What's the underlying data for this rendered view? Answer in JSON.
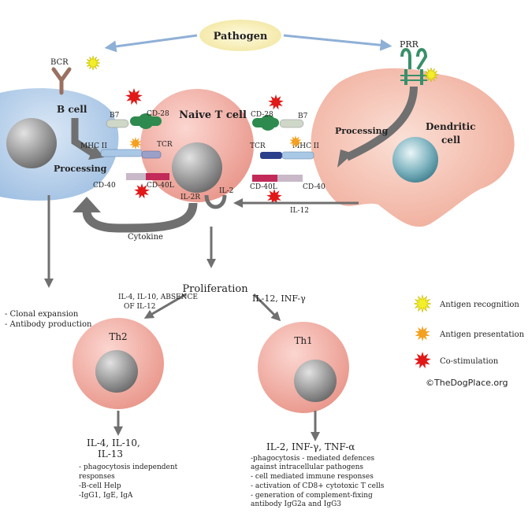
{
  "pathogen": {
    "label": "Pathogen"
  },
  "receptors": {
    "bcr": "BCR",
    "prr": "PRR"
  },
  "cells": {
    "b_cell": "B cell",
    "naive_t": "Naive T cell",
    "dendritic_line1": "Dendritic",
    "dendritic_line2": "cell",
    "th2": "Th2",
    "th1": "Th1"
  },
  "left_synapse": {
    "b7": "B7",
    "cd28": "CD-28",
    "mhc": "MHC II",
    "tcr": "TCR",
    "cd40": "CD-40",
    "cd40l": "CD-40L",
    "processing": "Processing",
    "il2r": "IL-2R"
  },
  "right_synapse": {
    "cd28": "CD-28",
    "b7": "B7",
    "tcr": "TCR",
    "mhc": "MHC II",
    "cd40l": "CD-40L",
    "cd40": "CD-40",
    "il2": "IL-2",
    "processing": "Processing",
    "il12": "IL-12"
  },
  "cytokine": "Cytokine",
  "proliferation": "Proliferation",
  "th2_conditions": [
    "IL-4, IL-10, ABSENCE",
    "OF IL-12"
  ],
  "th1_conditions": "IL-12, INF-γ",
  "b_cell_outcomes": [
    "- Clonal expansion",
    "- Antibody production"
  ],
  "th2_secretes": [
    "IL-4, IL-10,",
    "IL-13"
  ],
  "th2_effects": [
    "- phagocytosis independent",
    "responses",
    "-B-cell Help",
    "-IgG1, IgE, IgA"
  ],
  "th1_secretes": "IL-2, INF-γ, TNF-α",
  "th1_effects": [
    "-phagocytosis - mediated defences",
    "against intracellular pathogens",
    "- cell mediated immune responses",
    "- activation of CD8+ cytotoxic T cells",
    "- generation of complement-fixing",
    "antibody IgG2a and IgG3"
  ],
  "legend": [
    {
      "label": "Antigen recognition",
      "color": "#f2ee2a"
    },
    {
      "label": "Antigen presentation",
      "color": "#f4a020"
    },
    {
      "label": "Co-stimulation",
      "color": "#e01818"
    }
  ],
  "copyright": "©TheDogPlace.org"
}
